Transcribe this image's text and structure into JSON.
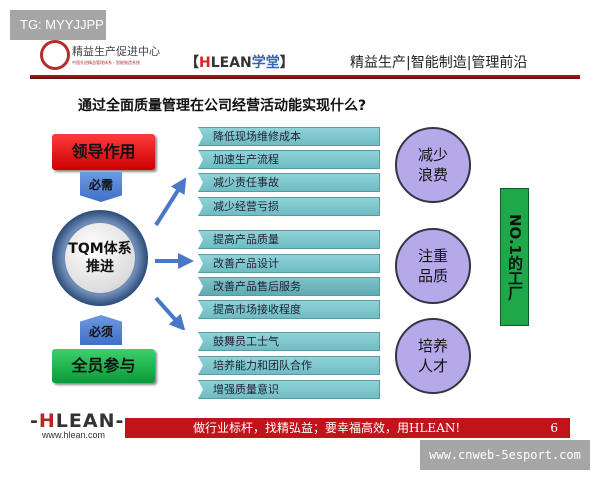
{
  "badge": "TG: MYYJJPP",
  "header": {
    "logo_title": "精益生产促进中心",
    "logo_sub": "中国先进精益管理体系・智能制造系统",
    "brand_open": "【",
    "brand_h": "H",
    "brand_rest": "LEAN",
    "brand_cn": "学堂",
    "brand_close": "】",
    "slogan": "精益生产|智能制造|管理前沿"
  },
  "title": "通过全面质量管理在公司经营活动能实现什么?",
  "left": {
    "lead": "领导作用",
    "need": "必需",
    "tqm_line1": "TQM体系",
    "tqm_line2": "推进",
    "must": "必须",
    "all": "全员参与"
  },
  "groups": [
    {
      "items": [
        "降低现场维修成本",
        "加速生产流程",
        "减少责任事故",
        "减少经营亏损"
      ],
      "result": [
        "减少",
        "浪费"
      ]
    },
    {
      "items": [
        "提高产品质量",
        "改善产品设计",
        "改善产品售后服务",
        "提高市场接收程度"
      ],
      "result": [
        "注重",
        "品质"
      ]
    },
    {
      "items": [
        "鼓舞员工士气",
        "培养能力和团队合作",
        "增强质量意识"
      ],
      "result": [
        "培养",
        "人才"
      ]
    }
  ],
  "goal": "NO.1的工厂",
  "footer": {
    "logo_h": "H",
    "logo_rest": "LEAN",
    "url": "www.hlean.com",
    "slogan": "做行业标杆，找精弘益；要幸福高效，用HLEAN!",
    "page": "6"
  },
  "watermark": "www.cnweb-5esport.com",
  "colors": {
    "accent_red": "#c0141a",
    "item_teal": "#7fc4c9",
    "circle_purple": "#b5a9ea",
    "goal_green": "#1fa84a"
  }
}
